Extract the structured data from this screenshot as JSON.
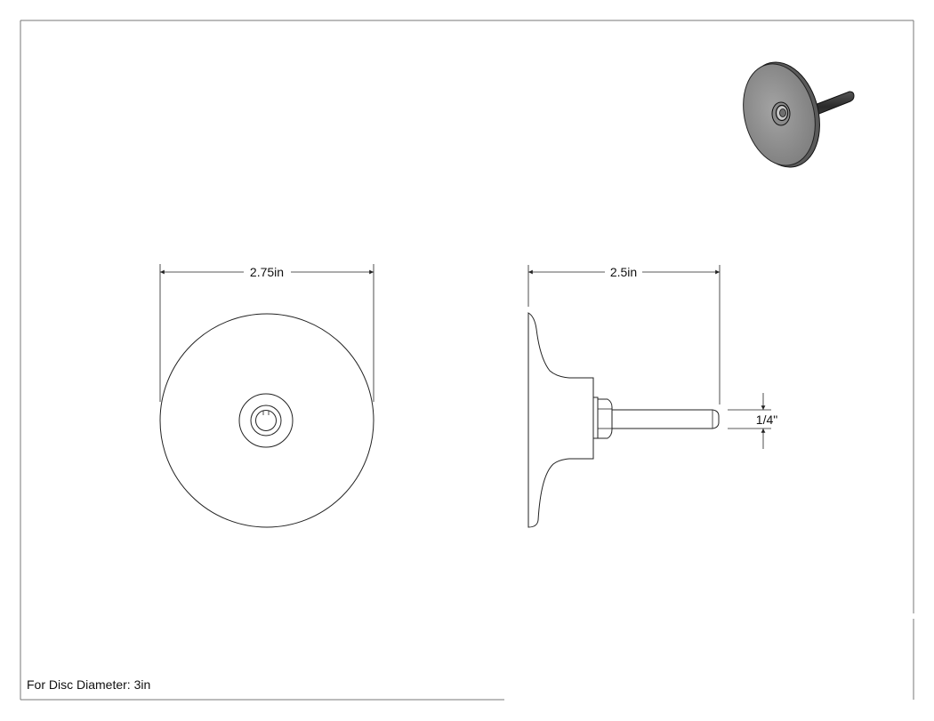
{
  "drawing": {
    "front_view": {
      "diameter_label": "2.75in"
    },
    "side_view": {
      "length_label": "2.5in",
      "shank_label": "1/4\""
    },
    "note": "For Disc Diameter: 3in"
  },
  "colors": {
    "line": "#222222",
    "disc_face": "#8f8f8f",
    "disc_rim": "#555555",
    "shaft": "#3a3a3a"
  }
}
